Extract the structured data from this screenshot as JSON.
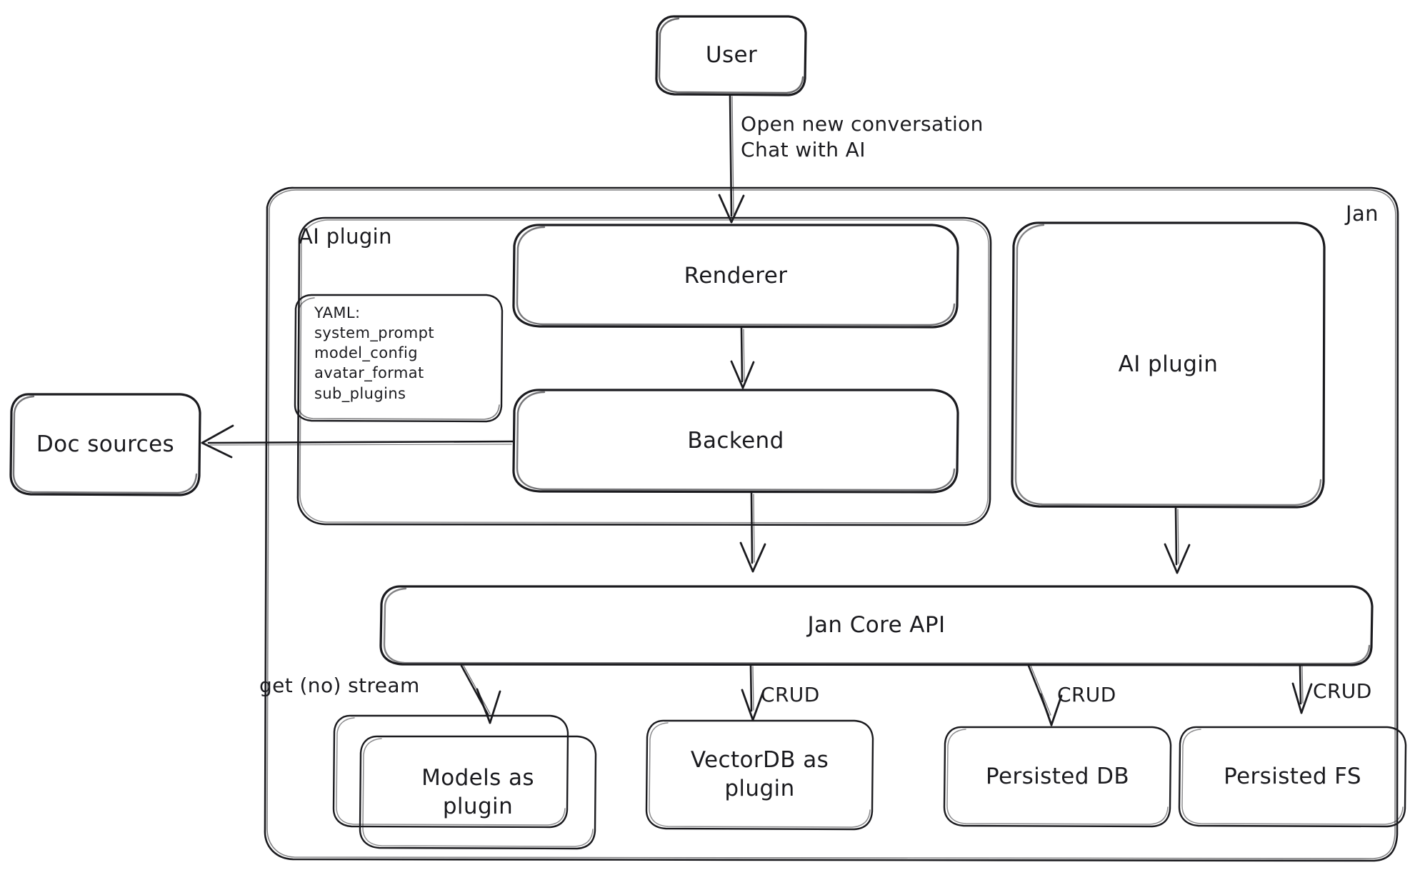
{
  "diagram": {
    "title": "Jan architecture diagram",
    "style": "hand-drawn",
    "background_color": "#ffffff",
    "stroke_color": "#1b1b1f",
    "containers": [
      {
        "id": "jan",
        "label": "Jan",
        "label_position": "top-right"
      },
      {
        "id": "ai-plugin-group",
        "label": "AI plugin",
        "label_position": "top-left"
      }
    ],
    "nodes": [
      {
        "id": "user",
        "label": "User"
      },
      {
        "id": "renderer",
        "label": "Renderer"
      },
      {
        "id": "backend",
        "label": "Backend"
      },
      {
        "id": "yaml",
        "label": "YAML:\nsystem_prompt\nmodel_config\navatar_format\nsub_plugins"
      },
      {
        "id": "doc-sources",
        "label": "Doc sources"
      },
      {
        "id": "ai-plugin",
        "label": "AI plugin"
      },
      {
        "id": "jan-core-api",
        "label": "Jan Core API"
      },
      {
        "id": "models-as-plugin",
        "label": "Models as\nplugin"
      },
      {
        "id": "vectordb-as-plugin",
        "label": "VectorDB as\nplugin"
      },
      {
        "id": "persisted-db",
        "label": "Persisted DB"
      },
      {
        "id": "persisted-fs",
        "label": "Persisted FS"
      }
    ],
    "edges": [
      {
        "id": "user-to-renderer",
        "from": "user",
        "to": "renderer",
        "label": "Open new conversation\nChat with AI"
      },
      {
        "id": "renderer-to-backend",
        "from": "renderer",
        "to": "backend",
        "label": ""
      },
      {
        "id": "backend-to-doc-sources",
        "from": "backend",
        "to": "doc-sources",
        "label": ""
      },
      {
        "id": "backend-to-core",
        "from": "backend",
        "to": "jan-core-api",
        "label": ""
      },
      {
        "id": "ai-plugin-to-core",
        "from": "ai-plugin",
        "to": "jan-core-api",
        "label": ""
      },
      {
        "id": "core-to-models",
        "from": "jan-core-api",
        "to": "models-as-plugin",
        "label": "get (no) stream"
      },
      {
        "id": "core-to-vectordb",
        "from": "jan-core-api",
        "to": "vectordb-as-plugin",
        "label": "CRUD"
      },
      {
        "id": "core-to-persisted-db",
        "from": "jan-core-api",
        "to": "persisted-db",
        "label": "CRUD"
      },
      {
        "id": "core-to-persisted-fs",
        "from": "jan-core-api",
        "to": "persisted-fs",
        "label": "CRUD"
      }
    ],
    "yaml_keys": [
      "YAML:",
      "system_prompt",
      "model_config",
      "avatar_format",
      "sub_plugins"
    ]
  }
}
